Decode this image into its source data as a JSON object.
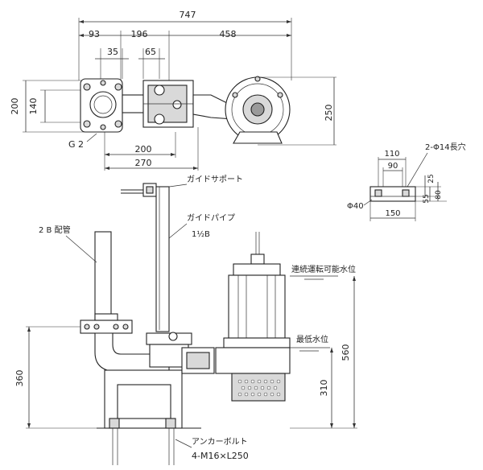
{
  "dimensions": {
    "top_total": "747",
    "top_segment_1": "93",
    "top_segment_2": "196",
    "top_segment_3": "458",
    "flange_width": "35",
    "bracket_width": "65",
    "left_outer_height": "200",
    "left_inner_height": "140",
    "right_height": "250",
    "base_inner_width": "200",
    "base_outer_width": "270",
    "side_total_height": "360",
    "right_total_height": "560",
    "low_water_height": "310"
  },
  "labels": {
    "thread_size": "G 2",
    "guide_support": "ガイドサポート",
    "guide_pipe": "ガイドパイプ",
    "guide_pipe_size": "1½B",
    "pipe_2b": "2 B 配管",
    "continuous_level": "連続運転可能水位",
    "min_level": "最低水位",
    "anchor_bolt": "アンカーボルト",
    "anchor_bolt_spec": "4-M16×L250"
  },
  "detail": {
    "hole_label": "2-Φ14長穴",
    "width_outer": "110",
    "width_inner": "90",
    "height_small": "25",
    "height_55": "55",
    "height_80": "80",
    "diameter": "Φ40",
    "width_bottom": "150"
  }
}
